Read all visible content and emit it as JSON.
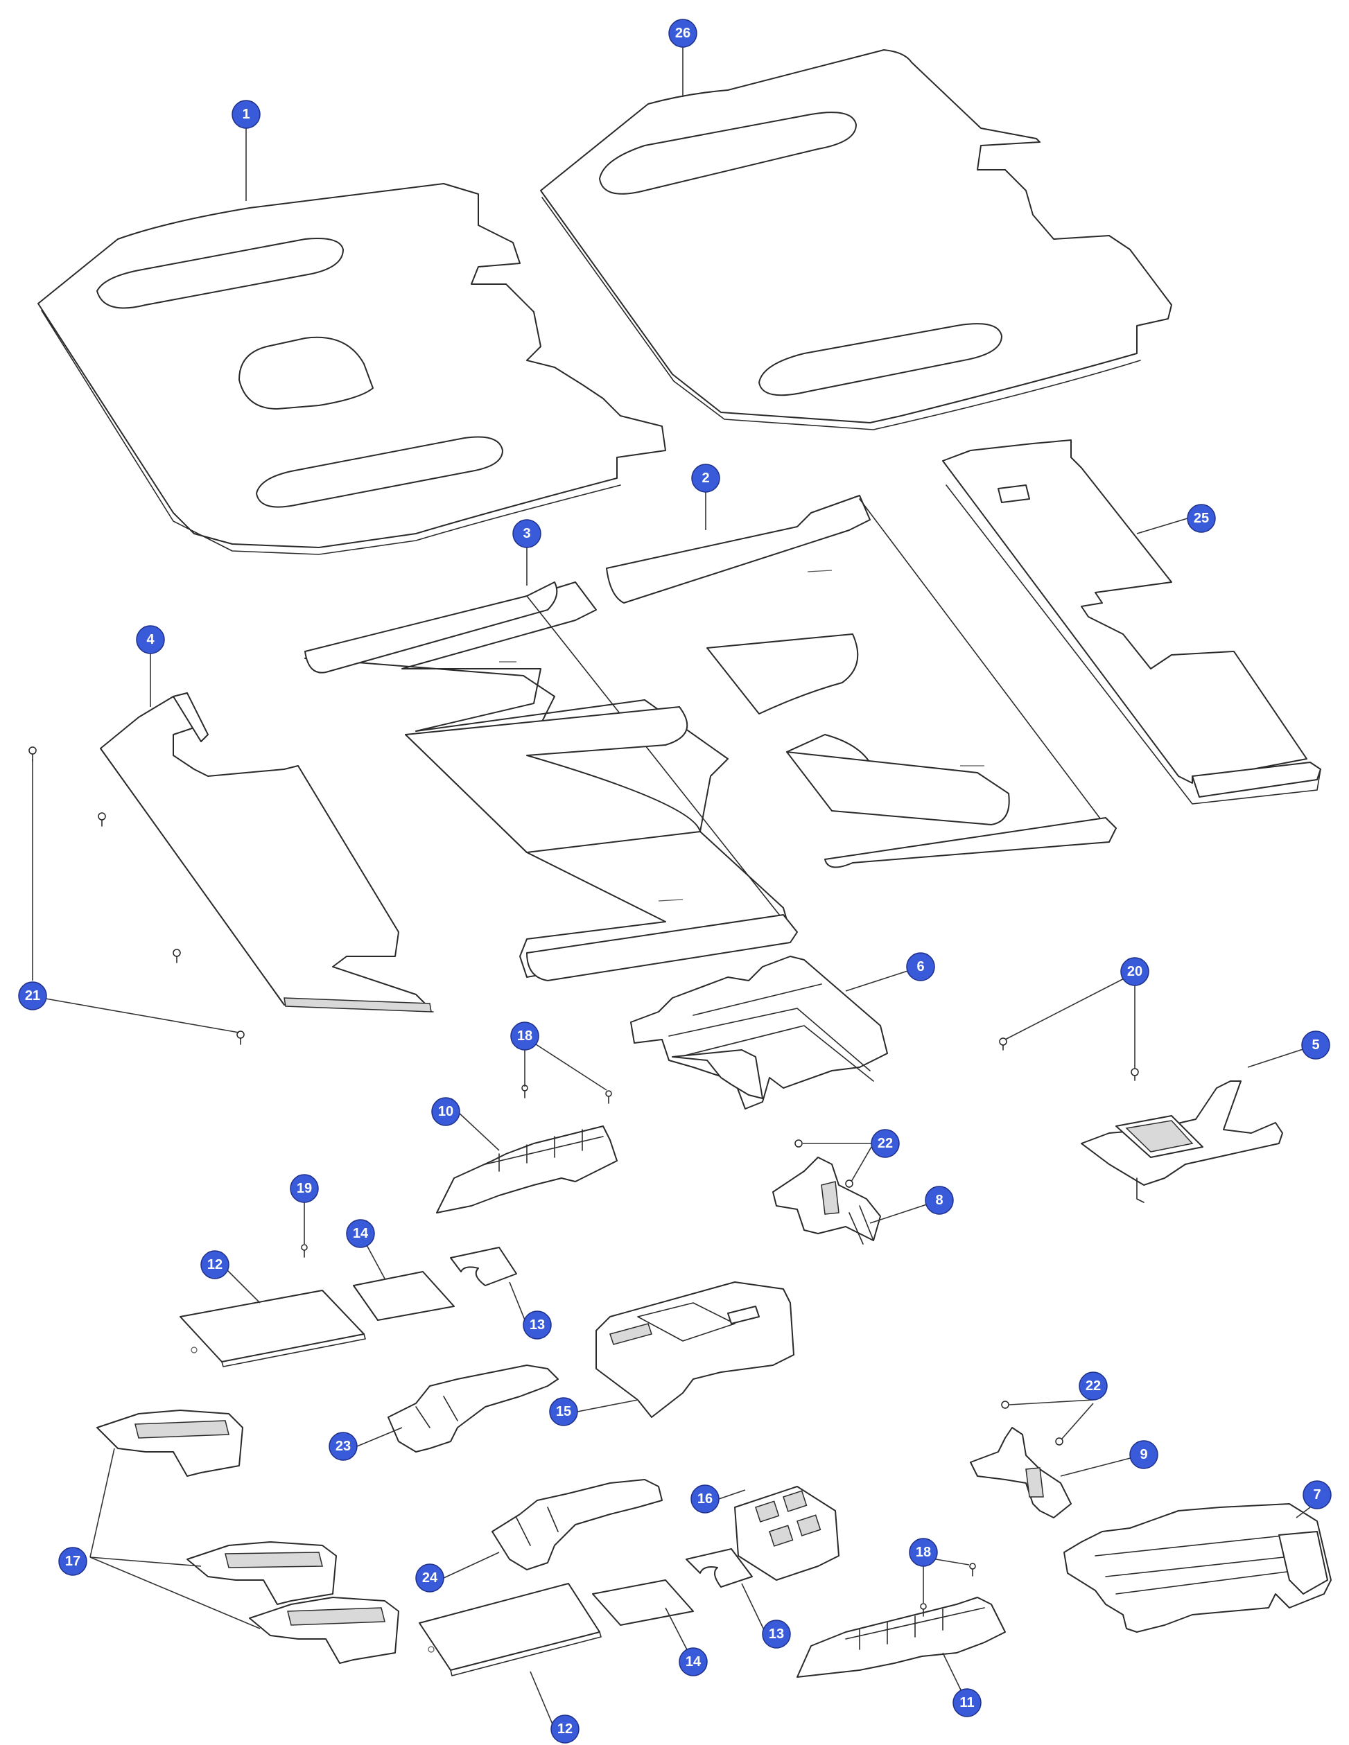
{
  "diagram": {
    "type": "exploded-parts-view",
    "callouts": [
      {
        "id": "c1",
        "label": "1"
      },
      {
        "id": "c2",
        "label": "2"
      },
      {
        "id": "c3",
        "label": "3"
      },
      {
        "id": "c4",
        "label": "4"
      },
      {
        "id": "c5",
        "label": "5"
      },
      {
        "id": "c6",
        "label": "6"
      },
      {
        "id": "c7",
        "label": "7"
      },
      {
        "id": "c8",
        "label": "8"
      },
      {
        "id": "c9",
        "label": "9"
      },
      {
        "id": "c10",
        "label": "10"
      },
      {
        "id": "c11",
        "label": "11"
      },
      {
        "id": "c12a",
        "label": "12"
      },
      {
        "id": "c12b",
        "label": "12"
      },
      {
        "id": "c13a",
        "label": "13"
      },
      {
        "id": "c13b",
        "label": "13"
      },
      {
        "id": "c14a",
        "label": "14"
      },
      {
        "id": "c14b",
        "label": "14"
      },
      {
        "id": "c15",
        "label": "15"
      },
      {
        "id": "c16",
        "label": "16"
      },
      {
        "id": "c17",
        "label": "17"
      },
      {
        "id": "c18a",
        "label": "18"
      },
      {
        "id": "c18b",
        "label": "18"
      },
      {
        "id": "c19",
        "label": "19"
      },
      {
        "id": "c20",
        "label": "20"
      },
      {
        "id": "c21",
        "label": "21"
      },
      {
        "id": "c22a",
        "label": "22"
      },
      {
        "id": "c22b",
        "label": "22"
      },
      {
        "id": "c23",
        "label": "23"
      },
      {
        "id": "c24",
        "label": "24"
      },
      {
        "id": "c25",
        "label": "25"
      },
      {
        "id": "c26",
        "label": "26"
      }
    ],
    "colors": {
      "callout_fill": "#3a5bd9",
      "callout_text": "#ffffff",
      "line": "#2a2a2a",
      "background": "#ffffff"
    }
  }
}
